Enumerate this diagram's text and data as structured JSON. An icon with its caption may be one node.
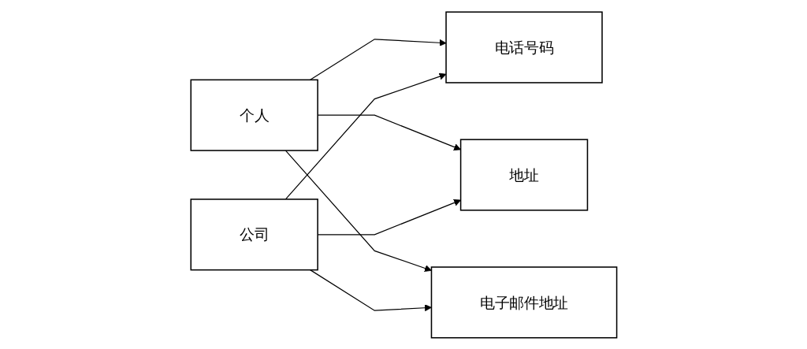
{
  "diagram": {
    "nodes": [
      {
        "text": [
          "个人"
        ]
      },
      {
        "text": [
          "电话号码"
        ]
      },
      {
        "text": [
          "地址"
        ]
      },
      {
        "text": [
          "电子邮件地址"
        ]
      },
      {
        "text": [
          "公司"
        ]
      }
    ],
    "edges": [
      {
        "from": 0,
        "to": 1,
        "arrow": "to"
      },
      {
        "from": 0,
        "to": 2,
        "arrow": "to"
      },
      {
        "from": 0,
        "to": 3,
        "arrow": "to"
      },
      {
        "from": 4,
        "to": 1,
        "arrow": "to"
      },
      {
        "from": 4,
        "to": 2,
        "arrow": "to"
      },
      {
        "from": 4,
        "to": 3,
        "arrow": "to"
      }
    ]
  }
}
